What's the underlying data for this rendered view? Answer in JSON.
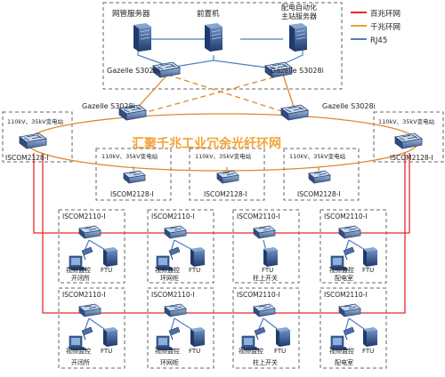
{
  "labels": {
    "server_left": "网管服务器",
    "server_center": "前置机",
    "server_right_line1": "配电自动化",
    "server_right_line2": "主站服务器",
    "gazelle": "Gazelle S3028i",
    "ring_title": "汇聚千兆工业冗余光纤环网",
    "substation": "110kV、35kV变电站",
    "iscom2128": "ISCOM2128-I",
    "iscom2110": "ISCOM2110-I",
    "video": "视频监控",
    "ftu": "FTU",
    "kaibisuo": "开闭所",
    "huanwanggui": "环网柜",
    "zhushang": "柱上开关",
    "peidianshi": "配电室"
  },
  "legend": [
    {
      "label": "百兆环网",
      "color": "#e8292c"
    },
    {
      "label": "千兆环网",
      "color": "#f0a030"
    },
    {
      "label": "RJ45",
      "color": "#4a7fc0"
    }
  ],
  "colors": {
    "ring_orange": "#d98a2e",
    "red": "#e8292c",
    "blue": "#4a7fc0",
    "title_orange": "#f2a23a"
  }
}
